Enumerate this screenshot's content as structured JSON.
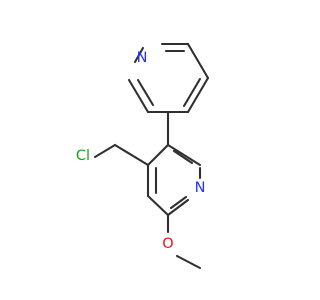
{
  "molecule": {
    "atoms": {
      "n_top_ring": {
        "label": "N",
        "color": "#2233ff"
      },
      "cl": {
        "label": "Cl",
        "color": "#1aa51a"
      },
      "n_bottom_ring": {
        "label": "N",
        "color": "#2233ff"
      },
      "o_methoxy": {
        "label": "O",
        "color": "#ee1111"
      }
    },
    "bond_color": "#303030"
  }
}
